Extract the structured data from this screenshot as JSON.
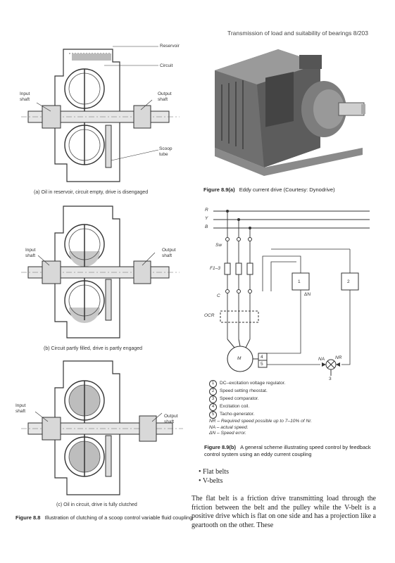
{
  "header": {
    "running_title": "Transmission of load and suitability of bearings  8/203"
  },
  "fig_8_8": {
    "panel_a": {
      "labels": {
        "reservoir": "Reservoir",
        "circuit": "Circuit",
        "input": "Input\nshaft",
        "output": "Output\nshaft",
        "scoop": "Scoop\ntube"
      },
      "caption": "(a) Oil in reservoir, circuit empty, drive is disengaged"
    },
    "panel_b": {
      "labels": {
        "input": "Input\nshaft",
        "output": "Output\nshaft"
      },
      "caption": "(b) Circuit partly filled, drive is partly engaged"
    },
    "panel_c": {
      "labels": {
        "input": "Input\nshaft",
        "output": "Output\nshaft"
      },
      "caption": "(c) Oil in circuit, drive is fully clutched"
    },
    "caption_label": "Figure 8.8",
    "caption_text": "Illustration of clutching of a scoop control variable fluid coupling"
  },
  "fig_8_9a": {
    "caption_label": "Figure 8.9(a)",
    "caption_text": "Eddy current drive (Courtesy: Dynodrive)"
  },
  "fig_8_9b": {
    "phases": [
      "R",
      "Y",
      "B"
    ],
    "labels": {
      "sw": "Sw",
      "f": "F1–3",
      "c": "C",
      "ocr": "OCR",
      "m": "M",
      "b1": "1",
      "b2": "2",
      "c3": "3",
      "b4": "4",
      "b5": "5",
      "dn": "ΔN",
      "na": "NA",
      "nr": "NR"
    },
    "legend": [
      {
        "num": "1",
        "text": "DC–excitation voltage regulator."
      },
      {
        "num": "2",
        "text": "Speed setting rheostat."
      },
      {
        "num": "3",
        "text": "Speed comparator."
      },
      {
        "num": "4",
        "text": "Excitation coil."
      },
      {
        "num": "5",
        "text": "Tacho-generator."
      }
    ],
    "notes": [
      "NR – Required speed possible up to 7–10% of Nr.",
      "NA – actual speed.",
      "ΔN – Speed error."
    ],
    "caption_label": "Figure 8.9(b)",
    "caption_text": "A general scheme illustrating speed control by feedback control system using an eddy current coupling"
  },
  "body": {
    "bullets": [
      "Flat belts",
      "V-belts"
    ],
    "paragraph": "The flat belt is a friction drive transmitting load through the friction between the belt and the pulley while the V-belt is a positive drive which is flat on one side and has a projection like a geartooth on the other. These"
  }
}
